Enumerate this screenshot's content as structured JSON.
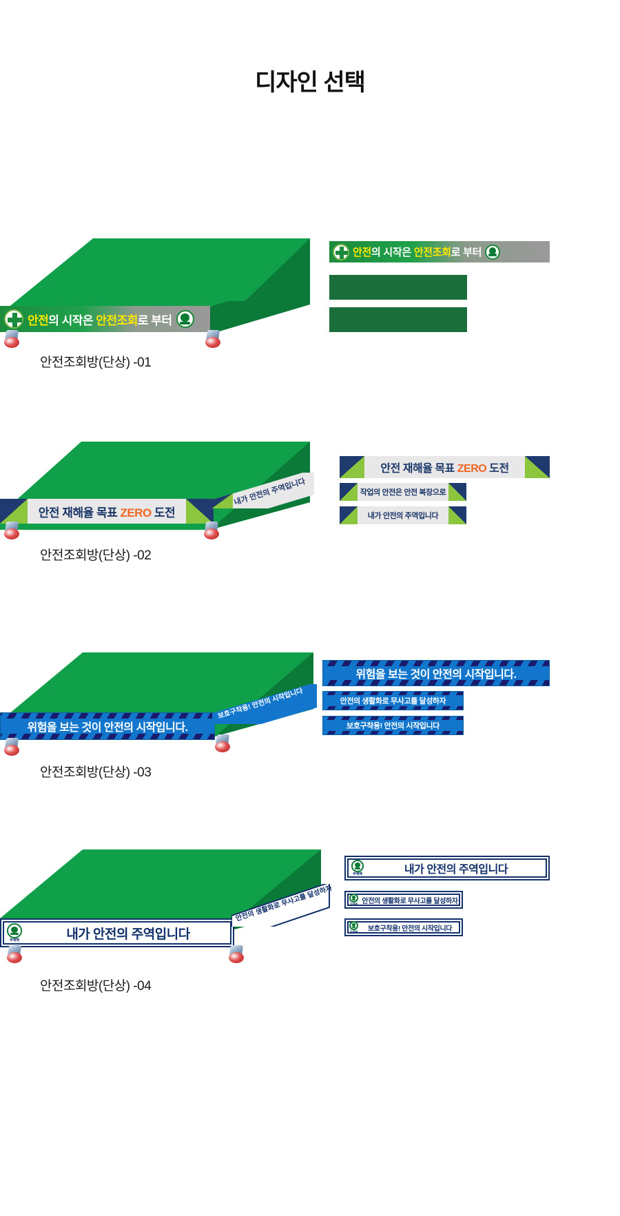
{
  "page": {
    "title": "디자인 선택"
  },
  "designs": [
    {
      "id": "01",
      "caption": "안전조회방(단상) -01",
      "style": "green-gradient",
      "platform_banner": {
        "segments": [
          {
            "text": "안전",
            "highlight": true
          },
          {
            "text": "의 시작은 ",
            "highlight": false
          },
          {
            "text": "안전조회",
            "highlight": true
          },
          {
            "text": "로 부터",
            "highlight": false
          }
        ],
        "full_text": "안전의 시작은 안전조회로 부터",
        "left_logo": "safety-cross-icon",
        "right_logo": "no-accident-icon"
      },
      "preview_banners": [
        {
          "text": "안전의 시작은 안전조회로 부터",
          "kind": "main"
        },
        {
          "text": "",
          "kind": "empty"
        },
        {
          "text": "",
          "kind": "empty"
        }
      ]
    },
    {
      "id": "02",
      "caption": "안전조회방(단상) -02",
      "style": "navy-green-triangle",
      "platform_banner": {
        "full_text": "안전 재해율 목표 ZERO 도전",
        "accent_word": "ZERO",
        "side_text": "내가 안전의 주역입니다"
      },
      "preview_banners": [
        {
          "text": "안전 재해율 목표 ZERO 도전",
          "kind": "main"
        },
        {
          "text": "작업의 안전은 안전 복장으로",
          "kind": "sub"
        },
        {
          "text": "내가 안전의 주역입니다",
          "kind": "sub"
        }
      ]
    },
    {
      "id": "03",
      "caption": "안전조회방(단상) -03",
      "style": "blue-hazard",
      "platform_banner": {
        "full_text": "위험을 보는 것이 안전의 시작입니다.",
        "side_text": "보호구착용! 안전의 시작입니다"
      },
      "preview_banners": [
        {
          "text": "위험을 보는 것이 안전의 시작입니다.",
          "kind": "main"
        },
        {
          "text": "안전의 생활화로 무사고를 달성하자",
          "kind": "sub"
        },
        {
          "text": "보호구착용! 안전의 시작입니다",
          "kind": "sub"
        }
      ]
    },
    {
      "id": "04",
      "caption": "안전조회방(단상) -04",
      "style": "white-navy-frame",
      "platform_banner": {
        "full_text": "내가 안전의 주역입니다",
        "side_text": "안전의 생활화로 무사고를 달성하자",
        "logo": "no-accident-icon",
        "logo_sub": "무재해"
      },
      "preview_banners": [
        {
          "text": "내가 안전의 주역입니다",
          "kind": "main",
          "logo_sub": "무재해"
        },
        {
          "text": "안전의 생활화로 무사고를 달성하자",
          "kind": "sub",
          "logo_sub": "무재해"
        },
        {
          "text": "보호구착용! 안전의 시작입니다",
          "kind": "sub",
          "logo_sub": "무재해"
        }
      ]
    }
  ],
  "colors": {
    "platform_green": "#10a04a",
    "platform_green_dark": "#0b7a38",
    "banner_yellow": "#ffe800",
    "navy": "#1f3a6e",
    "lime": "#8cc63f",
    "orange": "#f26522",
    "blue": "#1277cc",
    "hazard_navy": "#1b1b6e"
  }
}
